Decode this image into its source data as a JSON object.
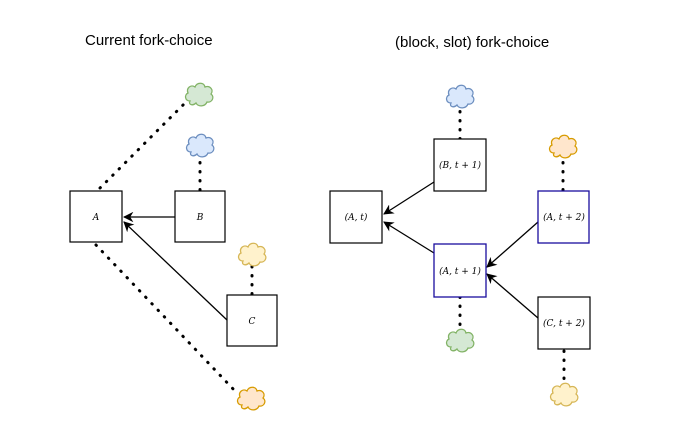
{
  "titles": {
    "left": "Current fork-choice",
    "right": "(block, slot) fork-choice"
  },
  "left_diagram": {
    "blocks": [
      "A",
      "B",
      "C"
    ]
  },
  "right_diagram": {
    "blocks": [
      "(A, t)",
      "(B, t + 1)",
      "(A, t + 1)",
      "(A, t + 2)",
      "(C, t + 2)"
    ]
  },
  "colors": {
    "box_default": "#000000",
    "box_highlight": "#1a0d9e",
    "cloud_green_fill": "#d5e8d4",
    "cloud_green_stroke": "#82b366",
    "cloud_blue_fill": "#dae8fc",
    "cloud_blue_stroke": "#6c8ebf",
    "cloud_yellow_fill": "#fff2cc",
    "cloud_yellow_stroke": "#d6b656",
    "cloud_orange_fill": "#ffe6cc",
    "cloud_orange_stroke": "#d79b00"
  },
  "icons": [
    "cloud-icon"
  ]
}
